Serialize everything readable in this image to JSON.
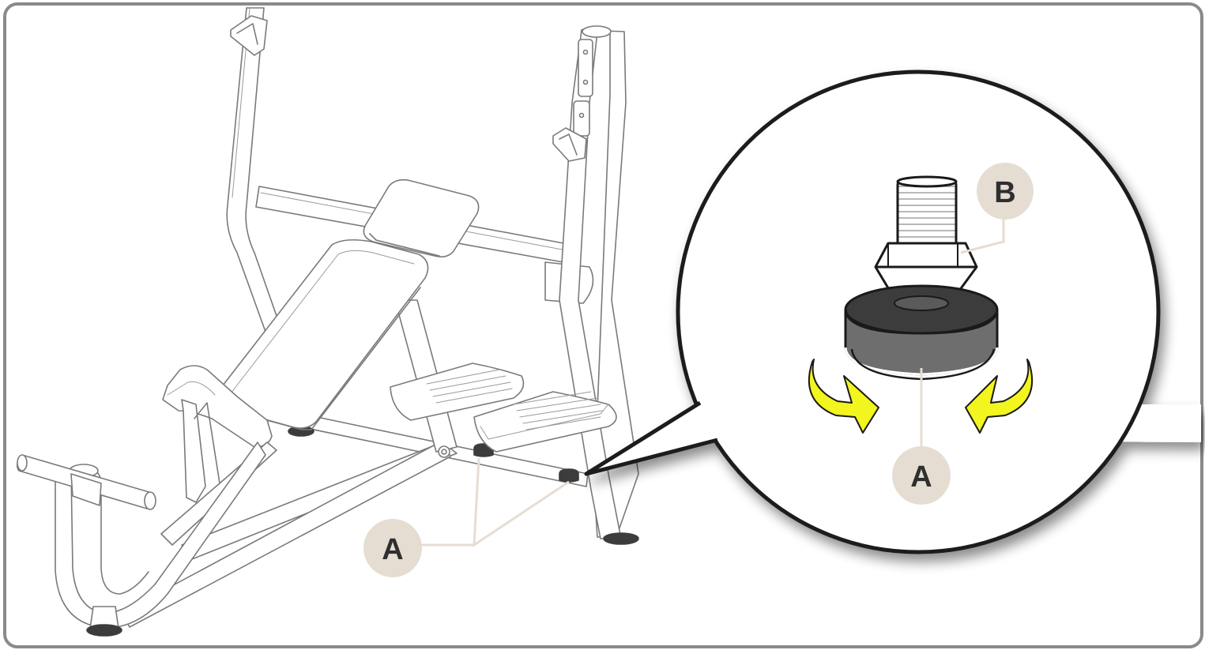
{
  "diagram": {
    "colors": {
      "frame_border": "#8a8a8a",
      "line_art": "#7a7a7a",
      "callout_fill": "#e6ddd2",
      "callout_line": "#e6ddd2",
      "callout_text": "#2f2f2f",
      "arrow_fill": "#f2f51e",
      "foot_pad": "#6e6e6e",
      "foot_pad_dark": "#3c3c3c",
      "zoom_border": "#1a1a1a"
    },
    "callouts": {
      "a_main": "A",
      "a_zoom": "A",
      "b_zoom": "B"
    }
  }
}
